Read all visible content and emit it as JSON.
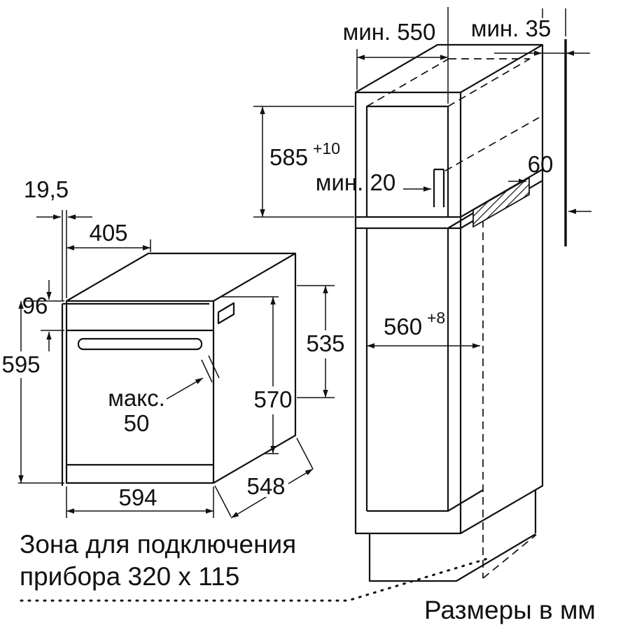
{
  "cabinet": {
    "min_width": "мин. 550",
    "rear_gap": "мин. 35",
    "niche_height": "585",
    "niche_height_tol": "+10",
    "vent_gap": "мин. 20",
    "vent_depth": "60",
    "niche_depth": "560",
    "niche_depth_tol": "+8"
  },
  "oven": {
    "frame_gap": "19,5",
    "top_depth": "405",
    "panel_height": "96",
    "height": "595",
    "handle_max_label": "макс.",
    "handle_max_value": "50",
    "rear_upper_height": "535",
    "rear_height": "570",
    "width": "594",
    "depth": "548"
  },
  "notes": {
    "zone_line1": "Зона для подключения",
    "zone_line2": "прибора 320 x 115",
    "units": "Размеры в мм"
  },
  "colors": {
    "line": "#111111",
    "background": "#ffffff"
  }
}
